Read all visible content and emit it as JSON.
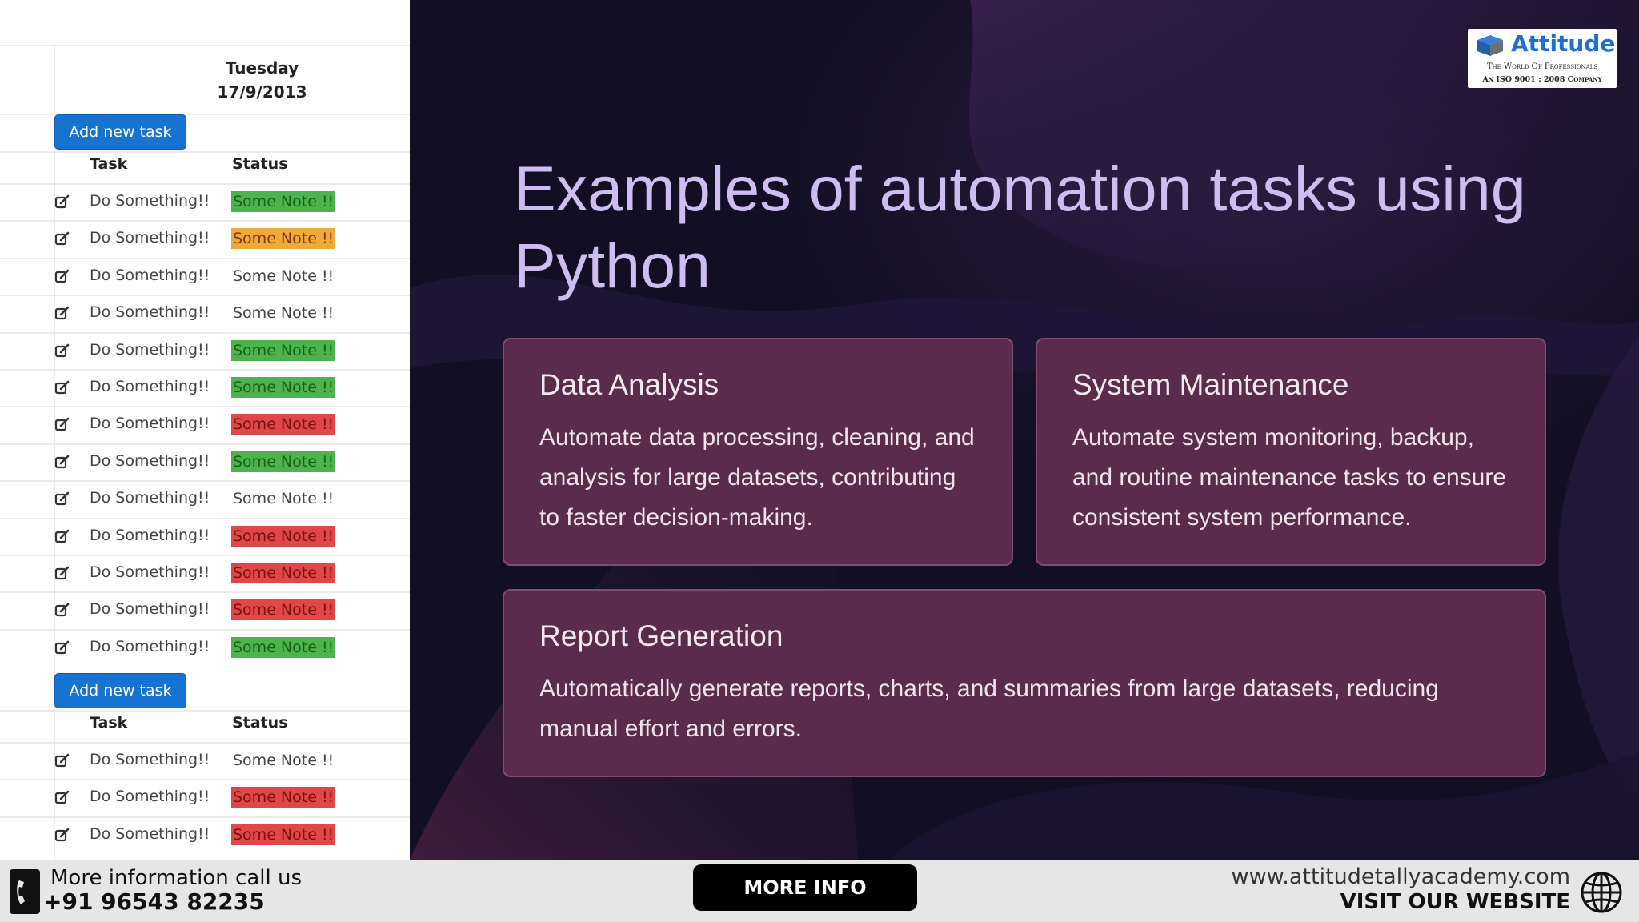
{
  "task_panel": {
    "day": "Tuesday",
    "date": "17/9/2013",
    "add_button_label": "Add new task",
    "col_task": "Task",
    "col_status": "Status",
    "group1": [
      {
        "task": "Do Something!!",
        "note": "Some Note !!",
        "status": "green"
      },
      {
        "task": "Do Something!!",
        "note": "Some Note !!",
        "status": "orange"
      },
      {
        "task": "Do Something!!",
        "note": "Some Note !!",
        "status": "plain"
      },
      {
        "task": "Do Something!!",
        "note": "Some Note !!",
        "status": "plain"
      },
      {
        "task": "Do Something!!",
        "note": "Some Note !!",
        "status": "green"
      },
      {
        "task": "Do Something!!",
        "note": "Some Note !!",
        "status": "green"
      },
      {
        "task": "Do Something!!",
        "note": "Some Note !!",
        "status": "red"
      },
      {
        "task": "Do Something!!",
        "note": "Some Note !!",
        "status": "green"
      },
      {
        "task": "Do Something!!",
        "note": "Some Note !!",
        "status": "plain"
      },
      {
        "task": "Do Something!!",
        "note": "Some Note !!",
        "status": "red"
      },
      {
        "task": "Do Something!!",
        "note": "Some Note !!",
        "status": "red"
      },
      {
        "task": "Do Something!!",
        "note": "Some Note !!",
        "status": "red"
      },
      {
        "task": "Do Something!!",
        "note": "Some Note !!",
        "status": "green"
      }
    ],
    "group2": [
      {
        "task": "Do Something!!",
        "note": "Some Note !!",
        "status": "plain"
      },
      {
        "task": "Do Something!!",
        "note": "Some Note !!",
        "status": "red"
      },
      {
        "task": "Do Something!!",
        "note": "Some Note !!",
        "status": "red"
      }
    ],
    "status_colors": {
      "green": "#4db44d",
      "orange": "#f2a93b",
      "red": "#e04848"
    }
  },
  "slide": {
    "title": "Examples of automation tasks using Python",
    "cards": [
      {
        "title": "Data Analysis",
        "body": "Automate data processing, cleaning, and analysis for large datasets, contributing to faster decision-making."
      },
      {
        "title": "System Maintenance",
        "body": "Automate system monitoring, backup, and routine maintenance tasks to ensure consistent system performance."
      },
      {
        "title": "Report Generation",
        "body": "Automatically generate reports, charts, and summaries from large datasets, reducing manual effort and errors."
      }
    ],
    "logo": {
      "name": "Attitude",
      "tagline": "The World Of Professionals",
      "iso": "An ISO 9001 : 2008 Company"
    },
    "colors": {
      "background": "#120f24",
      "card": "#5a2b4c",
      "title": "#cdbdf0"
    }
  },
  "bottom_bar": {
    "info_label": "More information call us",
    "phone": "+91 96543 82235",
    "more_info_button": "MORE INFO",
    "website": "www.attitudetallyacademy.com",
    "visit_label": "VISIT OUR WEBSITE"
  }
}
